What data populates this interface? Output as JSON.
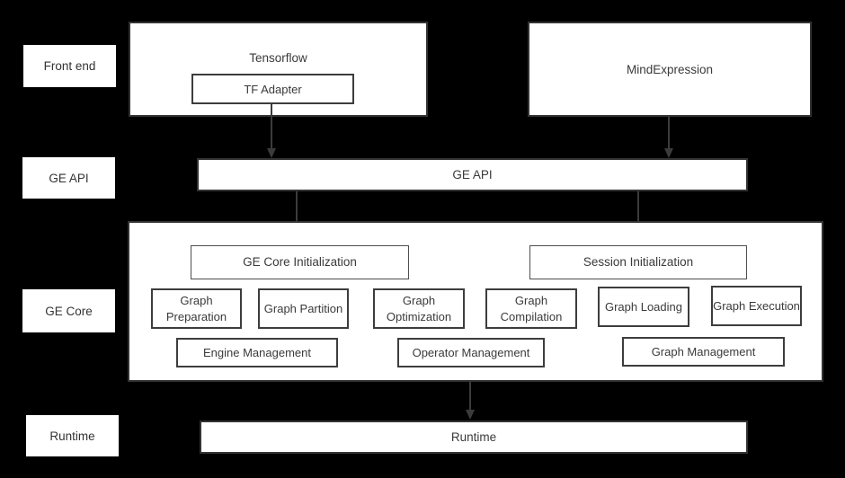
{
  "labels": {
    "front_end": "Front end",
    "ge_api": "GE API",
    "ge_core": "GE Core",
    "runtime": "Runtime"
  },
  "frontend": {
    "tensorflow_title": "Tensorflow",
    "tf_adapter": "TF Adapter",
    "mindexpression": "MindExpression"
  },
  "api_bar": {
    "label": "GE API"
  },
  "core": {
    "init": [
      "GE Core Initialization",
      "Session Initialization"
    ],
    "stages": [
      "Graph Preparation",
      "Graph Partition",
      "Graph Optimization",
      "Graph Compilation",
      "Graph Loading",
      "Graph Execution"
    ],
    "management": [
      "Engine Management",
      "Operator Management",
      "Graph Management"
    ]
  },
  "runtime_bar": {
    "label": "Runtime"
  },
  "colors": {
    "background": "#000000",
    "box_fill": "#ffffff",
    "border": "#3d3d3d",
    "text": "#3a3a3a",
    "arrow": "#3b3b3b"
  }
}
